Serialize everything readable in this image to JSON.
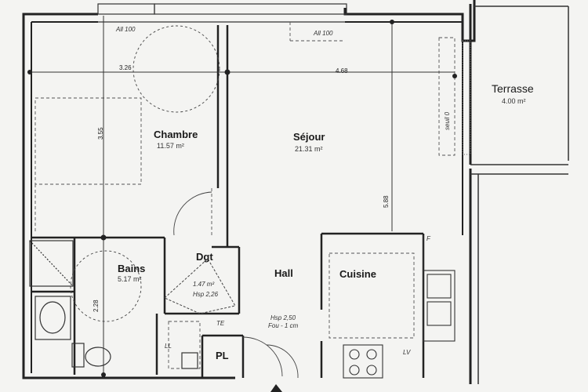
{
  "rooms": {
    "chambre": {
      "name": "Chambre",
      "area": "11.57 m²"
    },
    "sejour": {
      "name": "Séjour",
      "area": "21.31 m²"
    },
    "bains": {
      "name": "Bains",
      "area": "5.17 m²"
    },
    "dgt": {
      "name": "Dgt",
      "area": "1.47 m²",
      "hsp": "Hsp 2,26"
    },
    "hall": {
      "name": "Hall",
      "hsp": "Hsp 2,50",
      "note": "Fou - 1 cm"
    },
    "cuisine": {
      "name": "Cuisine"
    },
    "pl": {
      "name": "PL"
    },
    "terrasse": {
      "name": "Terrasse",
      "area": "4.00 m²"
    }
  },
  "dimensions": {
    "d326": "3.26",
    "d468": "4.68",
    "d355": "3.55",
    "d588": "5.88",
    "d228": "2.28"
  },
  "annotations": {
    "all100_left": "All 100",
    "all100_right": "All 100",
    "seuil": "seuil 0",
    "te": "TE",
    "ll": "LL",
    "lv": "LV",
    "f": "F"
  }
}
